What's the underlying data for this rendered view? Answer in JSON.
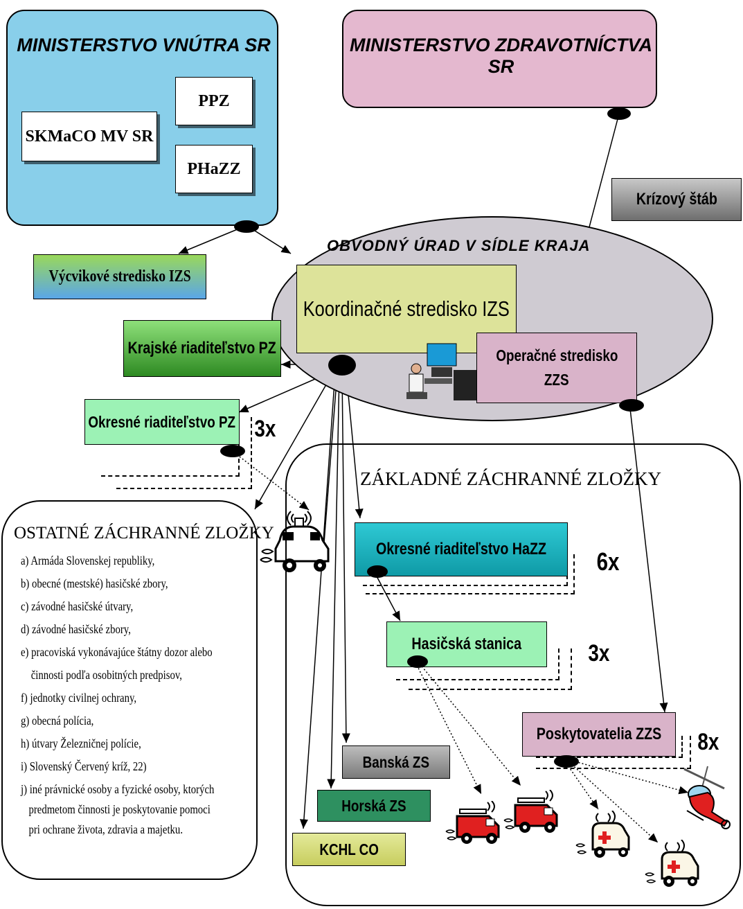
{
  "ministries": {
    "interior": {
      "title": "MINISTERSTVO VNÚTRA SR",
      "units": [
        "SKMaCO MV SR",
        "PPZ",
        "PHaZZ"
      ]
    },
    "health": {
      "title": "MINISTERSTVO  ZDRAVOTNÍCTVA SR"
    }
  },
  "crisis_staff": "Krízový  štáb",
  "regional_office": {
    "title": "OBVODNÝ ÚRAD V SÍDLE KRAJA",
    "coordination": "Koordinačné stredisko IZS",
    "operations": [
      "Operačné stredisko",
      "ZZS"
    ]
  },
  "training_center": "Výcvikové stredisko IZS",
  "regional_police": "Krajské riaditeľstvo PZ",
  "district_police": {
    "label": "Okresné riaditeľstvo PZ",
    "count": "3x"
  },
  "other_units": {
    "title": "OSTATNÉ ZÁCHRANNÉ ZLOŽKY",
    "items": [
      "a) Armáda Slovenskej republiky,",
      "b) obecné (mestské) hasičské zbory,",
      "c) závodné hasičské útvary,",
      "d) závodné hasičské zbory,",
      "e) pracoviská vykonávajúce štátny dozor alebo",
      "činnosti podľa  osobitných predpisov,",
      "f) jednotky civilnej ochrany,",
      "g) obecná polícia,",
      "h) útvary Železničnej polície,",
      "i) Slovenský Červený kríž, 22)",
      "j) iné právnické osoby a fyzické osoby, ktorých",
      "predmetom činnosti je poskytovanie pomoci",
      "pri ochrane života,  zdravia a majetku."
    ]
  },
  "basic_units": {
    "title": "ZÁKLADNÉ ZÁCHRANNÉ ZLOŽKY",
    "fire_district": {
      "label": "Okresné riaditeľstvo HaZZ",
      "count": "6x"
    },
    "fire_station": {
      "label": "Hasičská stanica",
      "count": "3x"
    },
    "ems_providers": {
      "label": "Poskytovatelia ZZS",
      "count": "8x"
    },
    "mountain_banska": "Banská ZS",
    "mountain_horska": "Horská ZS",
    "kchl": "KCHL CO"
  },
  "colors": {
    "interior_bg": "#89CFEA",
    "health_bg": "#E4B8CF",
    "ellipse_bg": "#CFCBD2",
    "coordination_bg": "#DDE39A",
    "operations_bg": "#D9B3C9",
    "police_green": "#3E9A2A",
    "light_green": "#9CF2B5",
    "teal": "#1CB9C4",
    "gray": "#8A8A8A",
    "dark_green": "#2E9060",
    "khaki": "#D4DA78"
  },
  "icons": [
    "police-car-icon",
    "computer-operator-icon",
    "fire-truck-icon",
    "ambulance-icon",
    "helicopter-icon"
  ]
}
